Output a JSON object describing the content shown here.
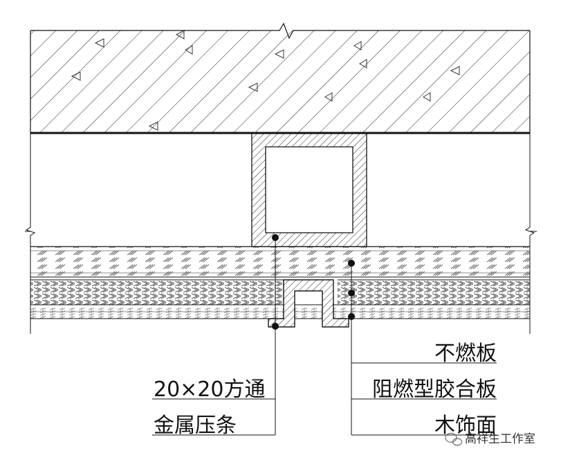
{
  "callouts": {
    "right": [
      "不燃板",
      "阻燃型胶合板",
      "木饰面"
    ],
    "left": [
      "20×20方通",
      "金属压条"
    ]
  },
  "watermark": {
    "icon": "wechat-icon",
    "text": "高祥生工作室"
  }
}
